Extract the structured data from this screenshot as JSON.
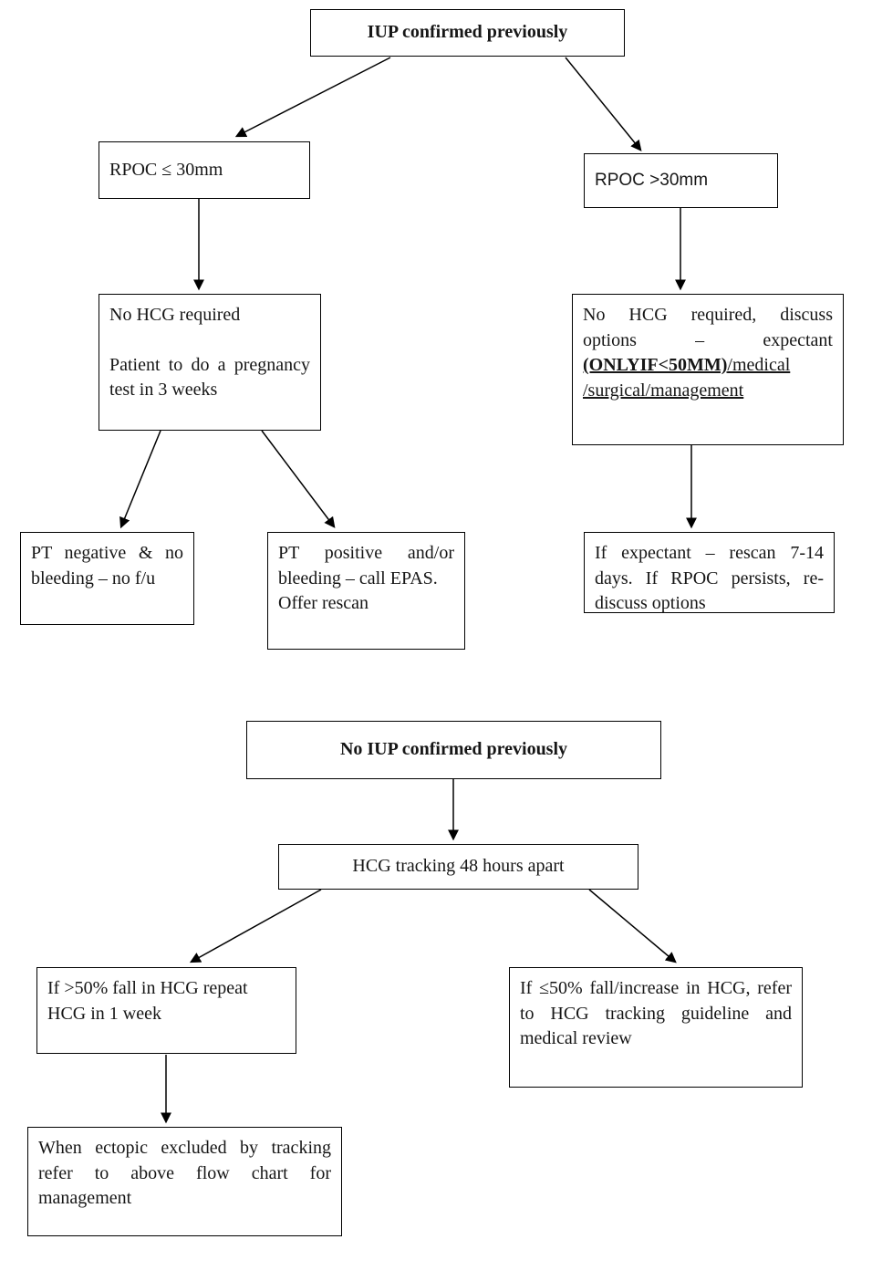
{
  "page": {
    "background": "#ffffff",
    "line_color": "#000000"
  },
  "top_chart": {
    "root_label": "IUP confirmed previously",
    "left_condition": "RPOC ≤ 30mm",
    "right_condition": "RPOC >30mm",
    "left_action": {
      "line1": "No HCG required",
      "line2": "Patient to do a pregnancy test in 3 weeks"
    },
    "right_action": {
      "prefix": "No HCG required, discuss options – expectant ",
      "emphasis": "(ONLYIF<50MM)",
      "suffix": "/medical /surgical/management"
    },
    "outcome_pt_negative": "PT negative & no bleeding – no f/u",
    "outcome_pt_positive": {
      "line1": "PT positive and/or bleeding – call EPAS.",
      "line2": "Offer rescan"
    },
    "expectant_followup": "If expectant – rescan 7-14 days. If RPOC persists, re-discuss options"
  },
  "bottom_chart": {
    "root_label": "No IUP confirmed previously",
    "tracking_step": "HCG tracking 48 hours apart",
    "fall_over_50": "If >50% fall in HCG repeat HCG in 1 week",
    "fall_under_50": "If ≤50% fall/increase in HCG, refer to HCG tracking guideline and medical review",
    "ectopic_excluded": "When ectopic excluded by tracking refer to above flow chart for management"
  }
}
